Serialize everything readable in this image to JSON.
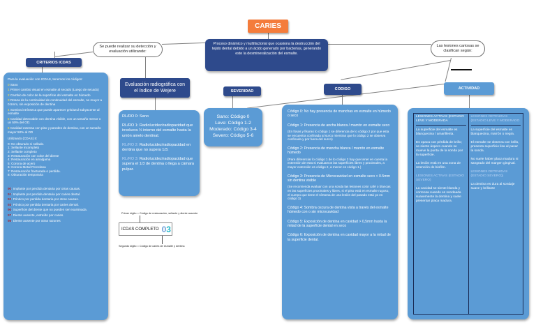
{
  "title": "CARIES",
  "definition": "Proceso dinámico y multifactorial que ocasiona la destrucción del tejido dental debido a un ácido generado por bacterias, generando este la desmineralización del esmalte.",
  "left_bubble": "Se puede realizar su detección y evaluación utilizando:",
  "right_bubble": "Las lesiones cariosas se clasifican según:",
  "criterios": {
    "header": "CRITERIOS ICDAS",
    "intro": "Para la evaluación con ICDAS, tenemos los códigos:",
    "codes": [
      {
        "n": "0",
        "text": "Sano"
      },
      {
        "n": "1",
        "text": "Primer cambio visual en esmalte al secado (Luego de secado)"
      },
      {
        "n": "2",
        "text": "Cambio de color de la superficie del esmalte en húmedo"
      },
      {
        "n": "3",
        "text": "Rotura de la continuidad de continuidad del esmalte, no mayor a 0.5mm, sin exposición de dentina"
      },
      {
        "n": "4",
        "text": "Sombra intrínseca que puede aparecer gris/azul subyacente al esmalte"
      },
      {
        "n": "5",
        "text": "Cavidad detectable con dentina visible, con un tamaño menor o un 50% del OD."
      },
      {
        "n": "6",
        "text": "Cavidad extensa con piso y paredes de dentina, con un tamaño mayor 50% al OD"
      }
    ],
    "used_title": "Utilizando (CDAS) II:",
    "used": [
      "0: No obturado ni sellado.",
      "1: Sellante incompleto",
      "2: Sellante completo",
      "3: Restauración con color del diente",
      "4: Restauración en amalgama",
      "5: Corona de acero",
      "6: Corona Metal Porcelana",
      "7: Restauración fracturada o perdida.",
      "8: Obturación temporaria"
    ],
    "extra": [
      {
        "n": "90",
        "text": "Implante por perdida dentaria por otras causas."
      },
      {
        "n": "91",
        "text": "Implante por perdida dentaria por caries dental."
      },
      {
        "n": "92",
        "text": "Póntico por perdida dentaria por otras causas."
      },
      {
        "n": "93",
        "text": "Póntico por perdida dentaria por caries dental."
      },
      {
        "n": "96",
        "text": "Superficie del diente que no pueden ser examinada."
      },
      {
        "n": "97",
        "text": "Diente ausente, extraído por caries."
      },
      {
        "n": "98",
        "text": "Diente ausente por otras razones"
      }
    ]
  },
  "radiografica": {
    "header": "Evaluación radiográfica con el índice de Wejere",
    "items": [
      {
        "code": "RL/RO 0:",
        "text": "Sano"
      },
      {
        "code": "RL/RO 1:",
        "text": "Radiolucidez/radiopacidad que involucra ½ interno del esmalte hasta la unión amelo dentinal."
      },
      {
        "code": "RL/RO 2:",
        "text": "Radiolucidez/radiopacidad en dentina que no supera 1/3."
      },
      {
        "code": "RL/RO 3:",
        "text": "Radiolucidez/radiopacidad que supera el 1/3 de dentina o llega a cámara pulpar."
      }
    ]
  },
  "icdas_example": {
    "top_note": "Primer dígito = Código de restauración, sellante y diente ausente",
    "label": "ICDAS COMPLETO",
    "digit1": "0",
    "digit2": "3",
    "bottom_note": "Segundo dígito = Código de caries de esmalte y dentina"
  },
  "severidad": {
    "header": "SEVERIDAD",
    "lines": [
      "Sano: Código 0",
      "Leve: Código 1-2",
      "Moderado: Código 3-4",
      "Severo: Código 5-6"
    ]
  },
  "codigo": {
    "header": "CODIGO",
    "items": [
      {
        "text": "Código 0: No hay presencia de manchas en esmalte en húmedo o seco",
        "note": ""
      },
      {
        "text": "Código 1: Presencia de ancha blanca / marrón en esmalte seco",
        "note": "(En fosas y fisuras lo código 1 se diferencia de lo código 2 por que esta se encuentra confinada al surco mientras que lo código 2 se observa confinada y por fuera del surco)"
      },
      {
        "text": "Código 2: Presencia de mancha blanca / marrón en esmalte húmedo",
        "note": "(Para diferenciar lo código 1 de lo código 2 hay que tener en cuenta la extensión de esta si evaluamos las superficies libres y proximales, a mayor extensión es código 2, a menor es código 1.)"
      },
      {
        "text": "Código 3: Presencia de Microcavidad en esmalte seco < 0.5mm sin dentina visible",
        "note": "(Se recomienda evaluar con una sonda las lesiones color café o blancas en las superficies proximales y libres, si el piso está en esmalte rugoso, el cuerpo que tiene el síntoma de una lesión del pasado está ya en código 3)"
      },
      {
        "text": "Código 4: Sombra oscura de dentina vista a través del esmalte húmedo con o sin microcavidad",
        "note": ""
      },
      {
        "text": "Código 5: Exposición de dentina en cavidad > 0,5mm hasta la mitad de la superficie dental en seco",
        "note": ""
      },
      {
        "text": "Código 6: Exposición de dentina en cavidad mayor a la mitad de la superficie dental.",
        "note": ""
      }
    ]
  },
  "actividad": {
    "header": "ACTIVIDAD",
    "left_head": "LESIONES ACTIVAS (ESTADIO LEVE Y MODERADA",
    "left_items": [
      "La superficie del esmalte es blanquecina / amarillenta.",
      "Es opaca con pérdida de brillo; se siente áspero cuando se mueve la punta de la sonda por la superficie.",
      "La lesión está en una zona de retención de biofilm."
    ],
    "left_head2": "LESIONES ACTIVAS (ESTADIO SEVERO)",
    "left_items2": [
      "La cavidad se siente blanda y correosa cuando es sondeada suavemente la dentina y suele presentar placa madura."
    ],
    "right_head": "LESIONES DETENIDAS (ESTADIO LEVE Y MODERADO",
    "right_items": [
      "La superficie del esmalte es blanquecina, marrón o negra.",
      "El esmalte se observa con brillo, presenta superficie lisa al pasar la sonda.",
      "No suele haber placa madura ni sangrado del margen gingival."
    ],
    "right_head2": "LESIONES DETENIDAS (ESTADIO SEVERO))",
    "right_items2": [
      "La dentina es dura al sondaje suave y brillante"
    ]
  },
  "colors": {
    "navy": "#2e4a8c",
    "blue": "#5b9bd5",
    "orange": "#f47c3c"
  }
}
